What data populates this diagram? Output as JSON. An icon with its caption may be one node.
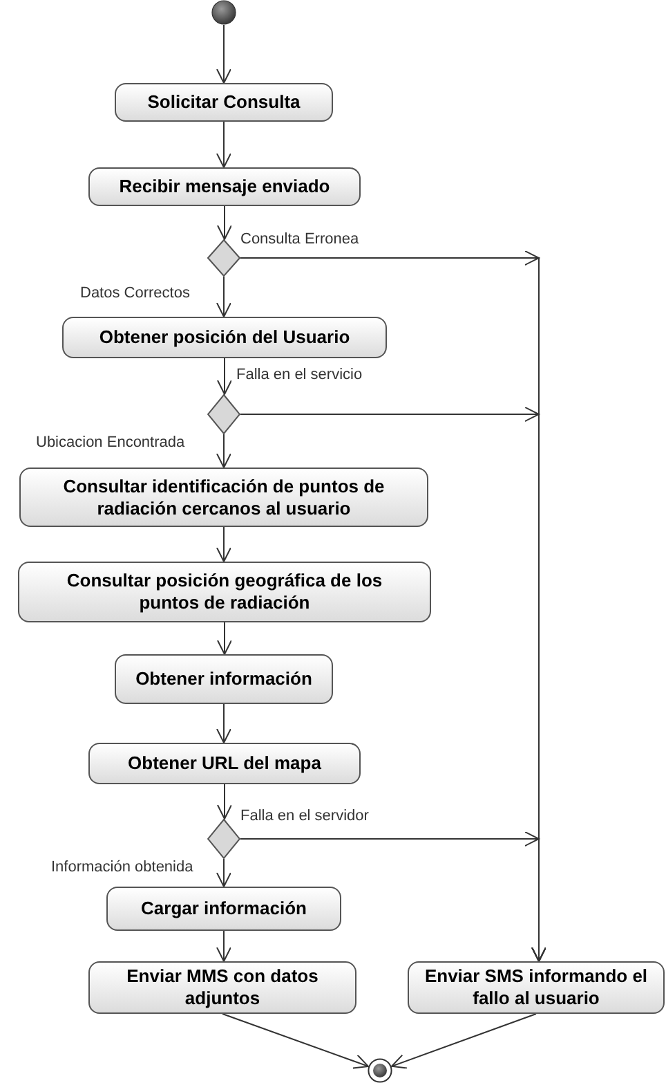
{
  "diagram": {
    "nodes": [
      {
        "text": [],
        "shape": "circle"
      },
      {
        "text": [
          "Solicitar Consulta"
        ]
      },
      {
        "text": [
          "Recibir mensaje enviado"
        ]
      },
      {
        "text": [],
        "shape": "diamond"
      },
      {
        "text": [
          "Obtener posición del Usuario"
        ]
      },
      {
        "text": [],
        "shape": "diamond"
      },
      {
        "text": [
          "Consultar identificación de puntos de radiación cercanos al usuario"
        ]
      },
      {
        "text": [
          "Consultar posición geográfica de los puntos de radiación"
        ]
      },
      {
        "text": [
          "Obtener información"
        ]
      },
      {
        "text": [
          "Obtener URL del mapa"
        ]
      },
      {
        "text": [],
        "shape": "diamond"
      },
      {
        "text": [
          "Cargar información"
        ]
      },
      {
        "text": [
          "Enviar MMS con datos adjuntos"
        ]
      },
      {
        "text": [
          "Enviar SMS informando el fallo al usuario"
        ]
      },
      {
        "text": [],
        "shape": "circle"
      }
    ],
    "edges": [
      {
        "from": 0,
        "to": 1,
        "arrow": "to"
      },
      {
        "from": 1,
        "to": 2,
        "arrow": "to"
      },
      {
        "from": 2,
        "to": 3,
        "arrow": "to"
      },
      {
        "from": 3,
        "to": 4,
        "arrow": "to",
        "label": "Datos Correctos"
      },
      {
        "from": 3,
        "to": 13,
        "arrow": "to",
        "label": "Consulta Erronea"
      },
      {
        "from": 4,
        "to": 5,
        "arrow": "to"
      },
      {
        "from": 5,
        "to": 6,
        "arrow": "to",
        "label": "Ubicacion Encontrada"
      },
      {
        "from": 5,
        "to": 13,
        "arrow": "to",
        "label": "Falla en el servicio"
      },
      {
        "from": 6,
        "to": 7,
        "arrow": "to"
      },
      {
        "from": 7,
        "to": 8,
        "arrow": "to"
      },
      {
        "from": 8,
        "to": 9,
        "arrow": "to"
      },
      {
        "from": 9,
        "to": 10,
        "arrow": "to"
      },
      {
        "from": 10,
        "to": 11,
        "arrow": "to",
        "label": "Información obtenida"
      },
      {
        "from": 10,
        "to": 13,
        "arrow": "to",
        "label": "Falla en el servidor"
      },
      {
        "from": 11,
        "to": 12,
        "arrow": "to"
      },
      {
        "from": 12,
        "to": 14,
        "arrow": "to"
      },
      {
        "from": 13,
        "to": 14,
        "arrow": "to"
      }
    ]
  }
}
